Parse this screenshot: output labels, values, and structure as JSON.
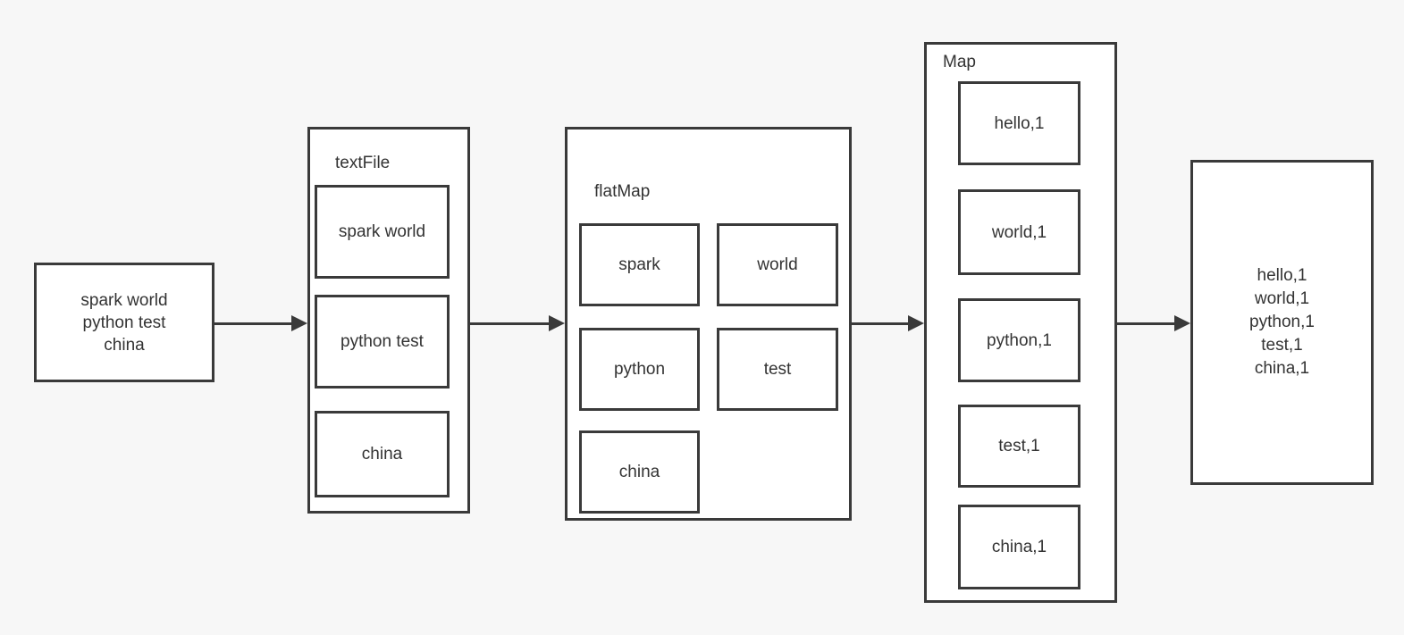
{
  "colors": {
    "background": "#f7f7f7",
    "stroke": "#3a3a3a",
    "text": "#333333",
    "box_fill": "#ffffff"
  },
  "stages": {
    "input": {
      "lines": [
        "spark world",
        "python test",
        "china"
      ]
    },
    "textFile": {
      "label": "textFile",
      "items": [
        "spark world",
        "python test",
        "china"
      ]
    },
    "flatMap": {
      "label": "flatMap",
      "items": [
        "spark",
        "world",
        "python",
        "test",
        "china"
      ]
    },
    "map": {
      "label": "Map",
      "items": [
        "hello,1",
        "world,1",
        "python,1",
        "test,1",
        "china,1"
      ]
    },
    "output": {
      "lines": [
        "hello,1",
        "world,1",
        "python,1",
        "test,1",
        "china,1"
      ]
    }
  }
}
